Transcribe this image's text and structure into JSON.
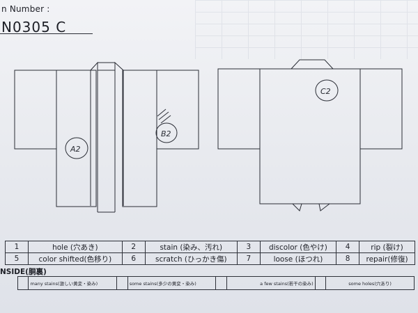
{
  "header": {
    "item_label": "n Number :",
    "item_code": "N0305  C"
  },
  "annotations": {
    "a2": "A2",
    "b2": "B2",
    "c2": "C2"
  },
  "legend": [
    {
      "num": "1",
      "label": "hole (穴あき)"
    },
    {
      "num": "2",
      "label": "stain (染み、汚れ)"
    },
    {
      "num": "3",
      "label": "discolor (色やけ)"
    },
    {
      "num": "4",
      "label": "rip (裂け)"
    },
    {
      "num": "5",
      "label": "color shifted(色移り)"
    },
    {
      "num": "6",
      "label": "scratch (ひっかき傷)"
    },
    {
      "num": "7",
      "label": "loose (ほつれ)"
    },
    {
      "num": "8",
      "label": "repair(修復)"
    }
  ],
  "inside": {
    "title": "NSIDE(胴裏)",
    "levels": [
      "many stains(激しい黄変・染み)",
      "some stains(多少の黄変・染み)",
      "a few stains(若干の染み)",
      "some holes(穴あり)"
    ]
  }
}
